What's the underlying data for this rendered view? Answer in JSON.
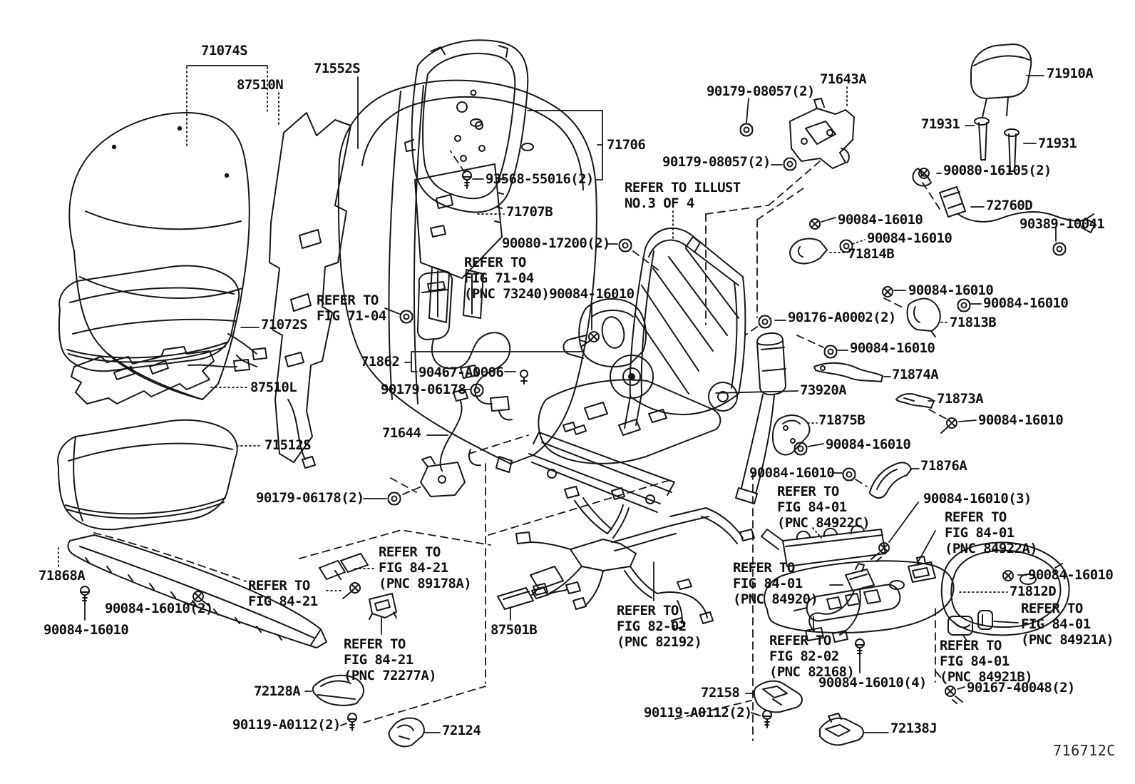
{
  "diagram": {
    "figure_code": "716712C",
    "labels": [
      {
        "text": "71074S"
      },
      {
        "text": "87510N"
      },
      {
        "text": "71552S"
      },
      {
        "text": "71706"
      },
      {
        "text": "93568-55016(2)"
      },
      {
        "text": "71707B"
      },
      {
        "text": "90080-17200(2)"
      },
      {
        "text": "90179-08057(2)"
      },
      {
        "text": "71643A"
      },
      {
        "text": "90179-08057(2)"
      },
      {
        "text": "71910A"
      },
      {
        "text": "71931"
      },
      {
        "text": "71931"
      },
      {
        "text": "90080-16105(2)"
      },
      {
        "text": "72760D"
      },
      {
        "text": "90389-10041"
      },
      {
        "text": "90084-16010"
      },
      {
        "text": "90084-16010"
      },
      {
        "text": "71814B"
      },
      {
        "text": "REFER TO ILLUST\nNO.3 OF 4"
      },
      {
        "text": "REFER TO\nFIG 71-04\n(PNC 73240)90084-16010"
      },
      {
        "text": "REFER TO\nFIG 71-04"
      },
      {
        "text": "90176-A0002(2)"
      },
      {
        "text": "90084-16010"
      },
      {
        "text": "90084-16010"
      },
      {
        "text": "71813B"
      },
      {
        "text": "90084-16010"
      },
      {
        "text": "71874A"
      },
      {
        "text": "71072S"
      },
      {
        "text": "87510L"
      },
      {
        "text": "71512S"
      },
      {
        "text": "71862"
      },
      {
        "text": "90467-A0006"
      },
      {
        "text": "90179-06178"
      },
      {
        "text": "73920A"
      },
      {
        "text": "71873A"
      },
      {
        "text": "90084-16010"
      },
      {
        "text": "71875B"
      },
      {
        "text": "90084-16010"
      },
      {
        "text": "71644"
      },
      {
        "text": "90084-16010"
      },
      {
        "text": "71876A"
      },
      {
        "text": "90179-06178(2)"
      },
      {
        "text": "REFER TO\nFIG 84-01\n(PNC 84922C)"
      },
      {
        "text": "90084-16010(3)"
      },
      {
        "text": "REFER TO\nFIG 84-01\n(PNC 84922A)"
      },
      {
        "text": "71868A"
      },
      {
        "text": "90084-16010(2)"
      },
      {
        "text": "90084-16010"
      },
      {
        "text": "REFER TO\nFIG 84-21"
      },
      {
        "text": "REFER TO\nFIG 84-21\n(PNC 89178A)"
      },
      {
        "text": "REFER TO\nFIG 84-01\n(PNC 84920)"
      },
      {
        "text": "90084-16010"
      },
      {
        "text": "71812D"
      },
      {
        "text": "REFER TO\nFIG 84-01\n(PNC 84921A)"
      },
      {
        "text": "87501B"
      },
      {
        "text": "REFER TO\nFIG 82-02\n(PNC 82192)"
      },
      {
        "text": "REFER TO\nFIG 84-21\n(PNC 72277A)"
      },
      {
        "text": "REFER TO\nFIG 82-02\n(PNC 82168)"
      },
      {
        "text": "REFER TO\nFIG 84-01\n(PNC 84921B)"
      },
      {
        "text": "90084-16010(4)"
      },
      {
        "text": "90167-40048(2)"
      },
      {
        "text": "72128A"
      },
      {
        "text": "72158"
      },
      {
        "text": "90119-A0112(2)"
      },
      {
        "text": "90119-A0112(2)"
      },
      {
        "text": "72124"
      },
      {
        "text": "72138J"
      }
    ]
  }
}
